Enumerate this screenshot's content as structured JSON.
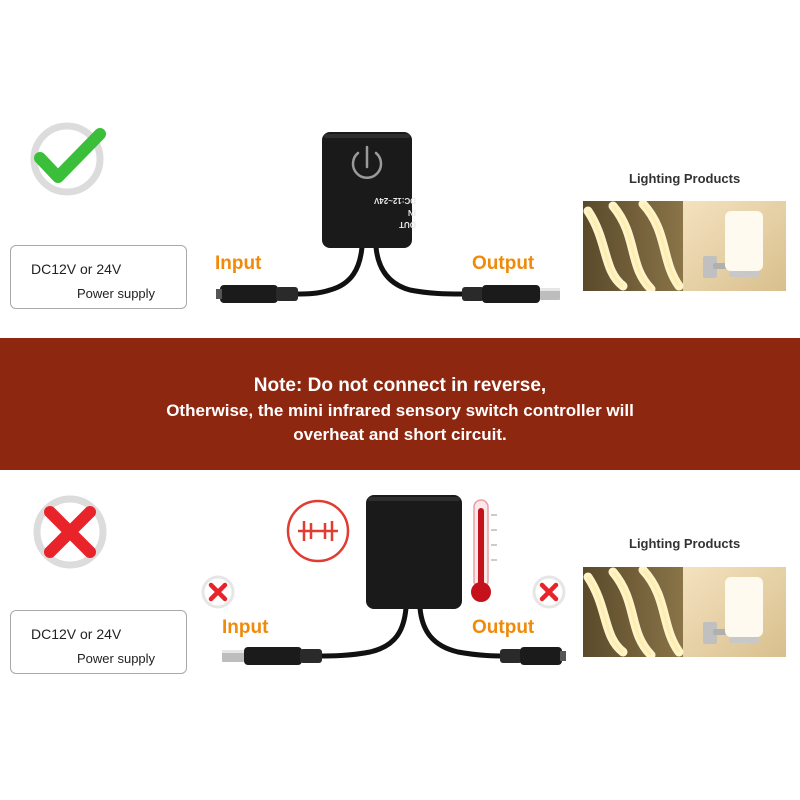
{
  "colors": {
    "accent_orange": "#f08a0a",
    "band_red": "#8e2710",
    "check_green": "#3bbf3b",
    "cross_red": "#e8232a",
    "device_black": "#1a1a1a"
  },
  "correct": {
    "status_icon": "check-icon",
    "power_supply": {
      "line1": "DC12V or 24V",
      "line2": "Power supply"
    },
    "input_label": "Input",
    "output_label": "Output",
    "device_label_out": "OUT",
    "device_label_in": "IN",
    "device_label_dc": "DC:12~24V",
    "lighting_title": "Lighting Products"
  },
  "note": {
    "line1": "Note: Do not connect in reverse,",
    "line2": "Otherwise, the mini infrared sensory switch controller will",
    "line3": "overheat and short circuit."
  },
  "wrong": {
    "status_icon": "cross-icon",
    "power_supply": {
      "line1": "DC12V or 24V",
      "line2": "Power supply"
    },
    "input_label": "Input",
    "output_label": "Output",
    "lighting_title": "Lighting Products",
    "warning_icons": [
      "short-circuit-icon",
      "thermometer-icon",
      "small-cross-icon"
    ]
  }
}
